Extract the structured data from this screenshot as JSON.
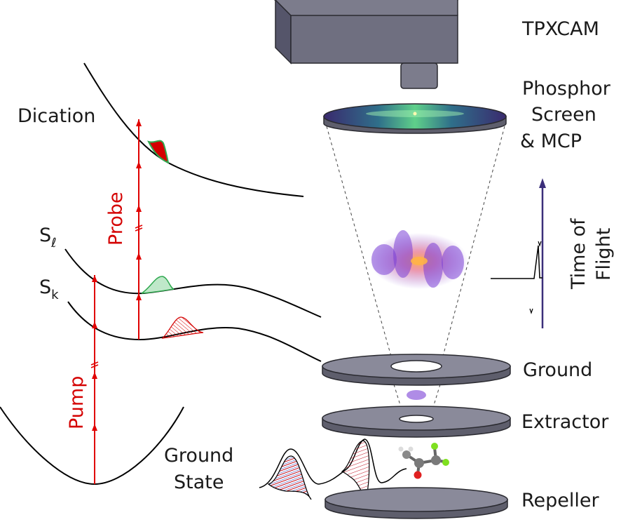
{
  "labels": {
    "tpxcam": "TPXCAM",
    "phosphor_1": "Phosphor",
    "phosphor_2": "Screen",
    "phosphor_3": "& MCP",
    "time_of_flight_1": "Time of",
    "time_of_flight_2": "Flight",
    "ground": "Ground",
    "extractor": "Extractor",
    "repeller": "Repeller",
    "dication": "Dication",
    "s_l": "S",
    "s_l_sub": "ℓ",
    "s_k": "S",
    "s_k_sub": "k",
    "ground_state_1": "Ground",
    "ground_state_2": "State",
    "pump": "Pump",
    "probe": "Probe"
  },
  "colors": {
    "arrow_red": "#e00000",
    "label_red": "#d40000",
    "camera_gray": "#6f6f80",
    "plate_gray": "#8a8a9a",
    "tof_axis": "#3b2f7a",
    "ion_cloud": "#7a3fd6",
    "cloud_center": "#ff9a2a",
    "wavepacket_green": "#2fa84f",
    "wavepacket_red": "#d40000",
    "laser_blue": "#2a3fb8"
  }
}
